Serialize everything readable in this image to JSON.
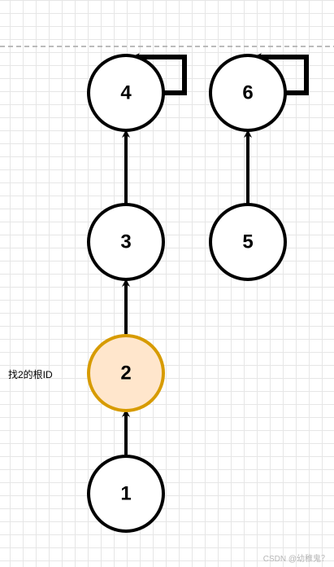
{
  "nodes": [
    {
      "id": "1",
      "label": "1",
      "highlight": false
    },
    {
      "id": "2",
      "label": "2",
      "highlight": true
    },
    {
      "id": "3",
      "label": "3",
      "highlight": false
    },
    {
      "id": "4",
      "label": "4",
      "highlight": false
    },
    {
      "id": "5",
      "label": "5",
      "highlight": false
    },
    {
      "id": "6",
      "label": "6",
      "highlight": false
    }
  ],
  "edges": [
    {
      "from": "1",
      "to": "2"
    },
    {
      "from": "2",
      "to": "3"
    },
    {
      "from": "3",
      "to": "4"
    },
    {
      "from": "4",
      "to": "4",
      "self_loop": true
    },
    {
      "from": "5",
      "to": "6"
    },
    {
      "from": "6",
      "to": "6",
      "self_loop": true
    }
  ],
  "annotation": "找2的根ID",
  "watermark": "CSDN @幼稚鬼？",
  "colors": {
    "node_fill": "#ffffff",
    "node_stroke": "#000000",
    "highlight_fill": "#ffe6cc",
    "highlight_stroke": "#d79b00",
    "grid": "#e6e6e6",
    "dashed_line": "#bbbbbb"
  }
}
